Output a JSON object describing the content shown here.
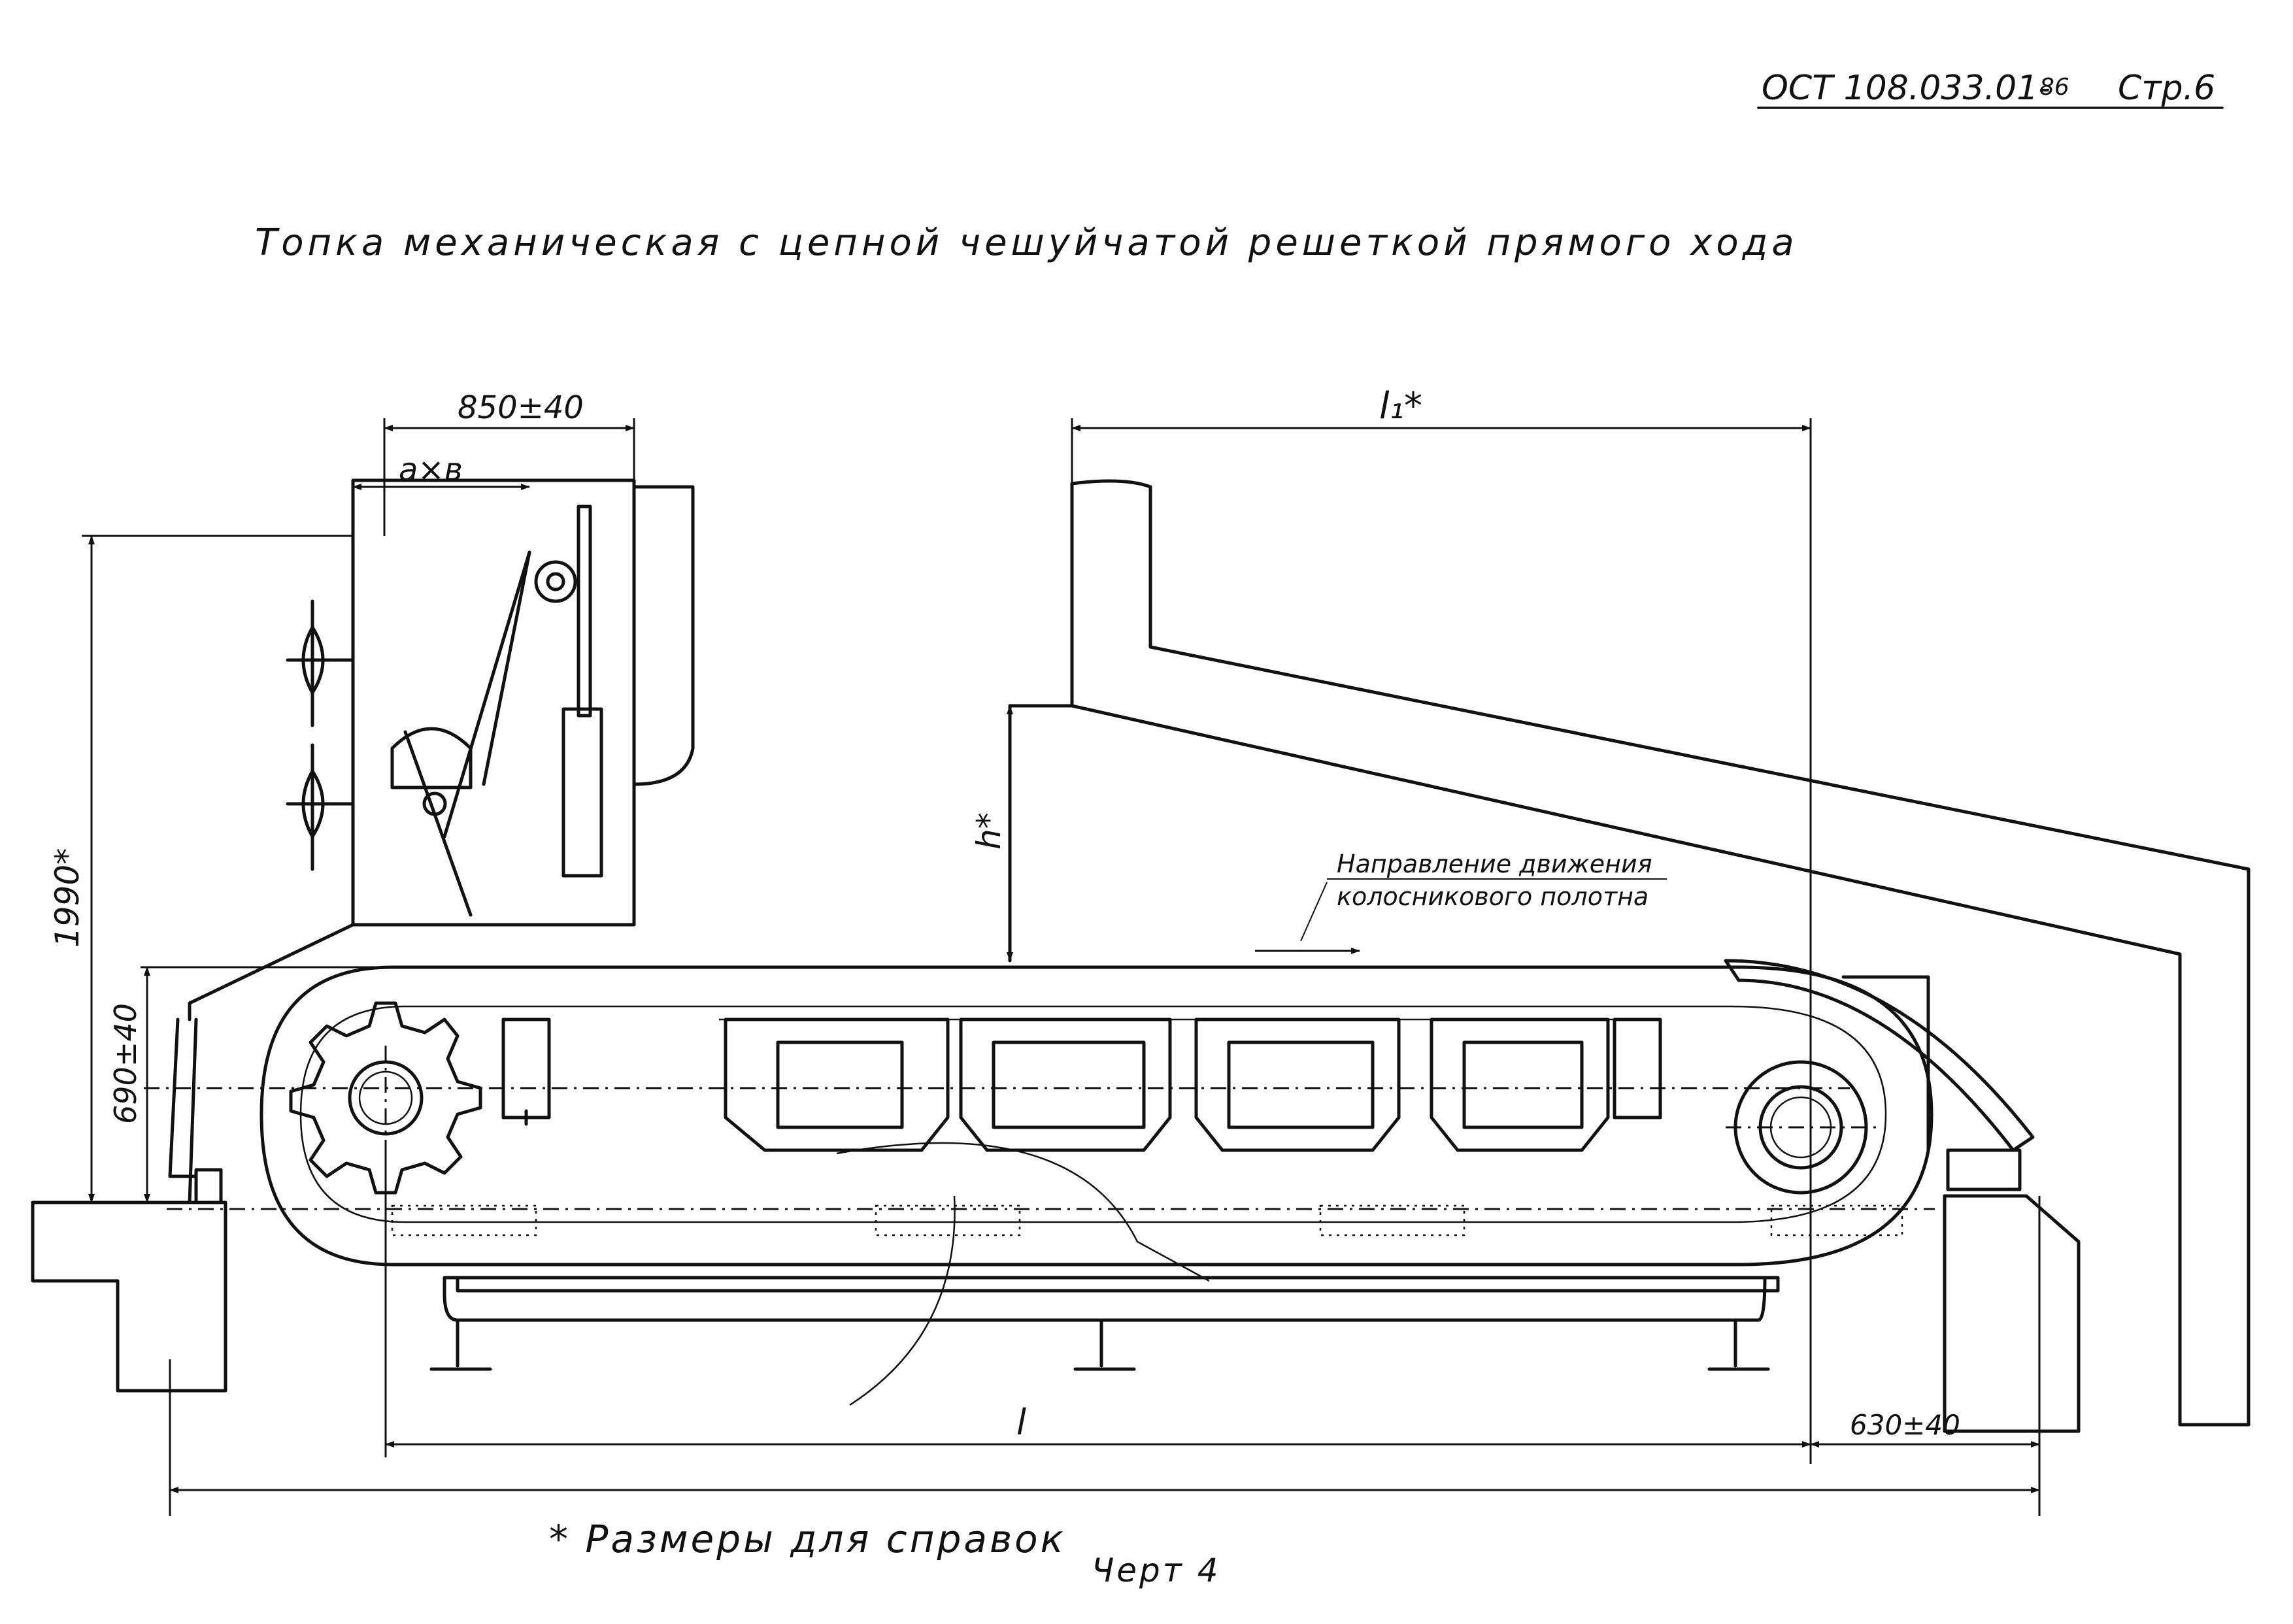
{
  "header": {
    "standard_code": "ОСТ 108.033.01-",
    "year": "86",
    "page": "Стр.6"
  },
  "title": "Топка механическая с цепной чешуйчатой решеткой прямого хода",
  "drawing": {
    "dim_850": "850±40",
    "dim_axb": "a×в",
    "dim_l1": "l₁*",
    "dim_1990": "1990*",
    "dim_690": "690±40",
    "dim_h": "h*",
    "dim_l": "l",
    "dim_630": "630±40",
    "motion_line1": "Направление движения",
    "motion_line2": "колосникового полотна"
  },
  "footnote": "* Размеры для справок",
  "figure_label": "Черт 4"
}
